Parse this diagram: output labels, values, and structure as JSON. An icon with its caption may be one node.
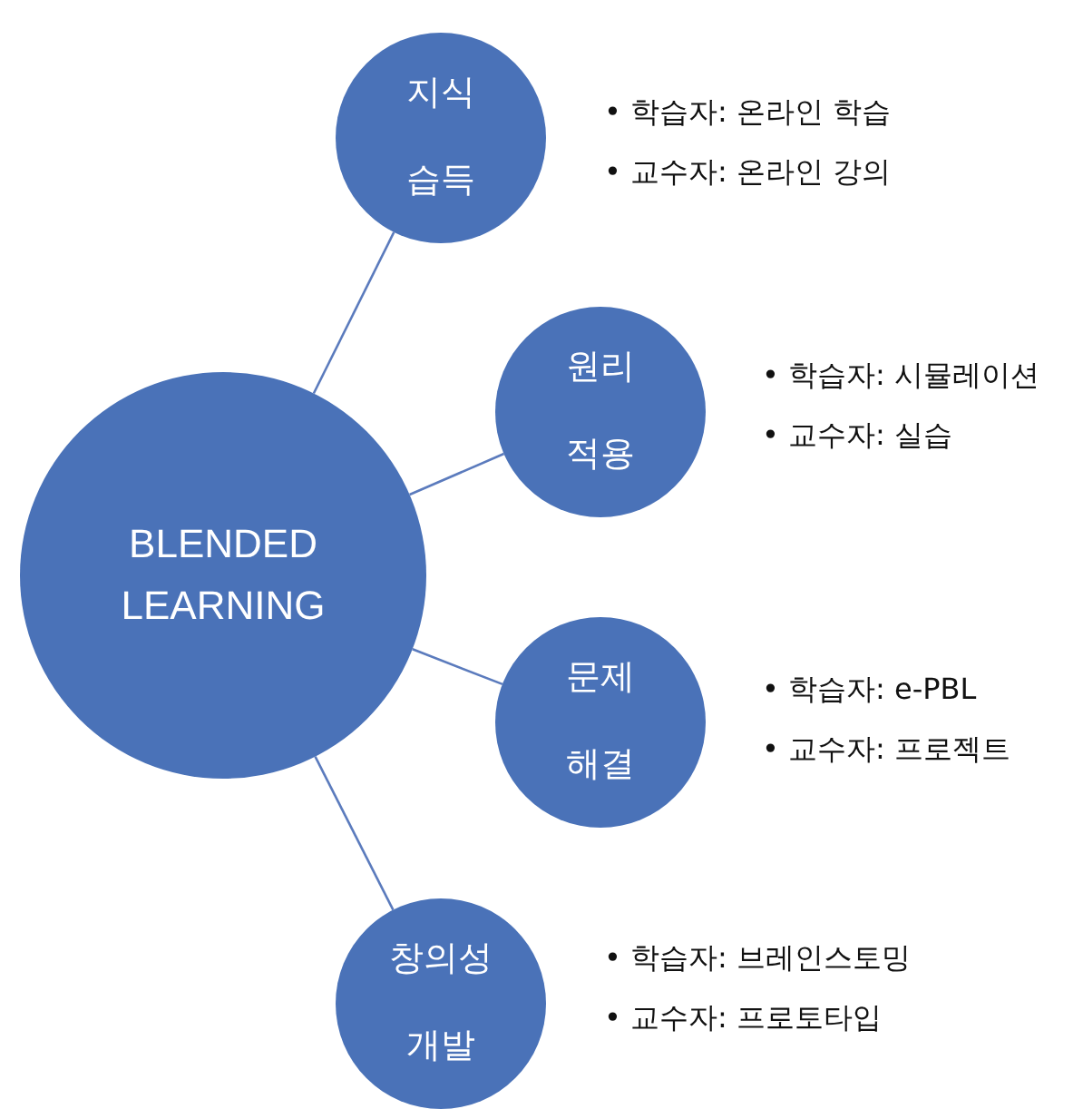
{
  "diagram": {
    "nodes": [
      {
        "text": [
          "BLENDED LEARNING"
        ]
      },
      {
        "text": [
          "지식 습득"
        ],
        "beside": [
          "• 학습자: 온라인 학습",
          "• 교수자: 온라인 강의"
        ]
      },
      {
        "text": [
          "원리 적용"
        ],
        "beside": [
          "• 학습자: 시뮬레이션",
          "• 교수자: 실습"
        ]
      },
      {
        "text": [
          "문제 해결"
        ],
        "beside": [
          "• 학습자: e-PBL",
          "• 교수자: 프로젝트"
        ]
      },
      {
        "text": [
          "창의성 개발"
        ],
        "beside": [
          "• 학습자: 브레인스토밍",
          "• 교수자: 프로토타입"
        ]
      }
    ],
    "edges": [
      {
        "from": 0,
        "to": 1,
        "arrow": "none"
      },
      {
        "from": 0,
        "to": 2,
        "arrow": "none"
      },
      {
        "from": 0,
        "to": 3,
        "arrow": "none"
      },
      {
        "from": 0,
        "to": 4,
        "arrow": "none"
      }
    ]
  }
}
